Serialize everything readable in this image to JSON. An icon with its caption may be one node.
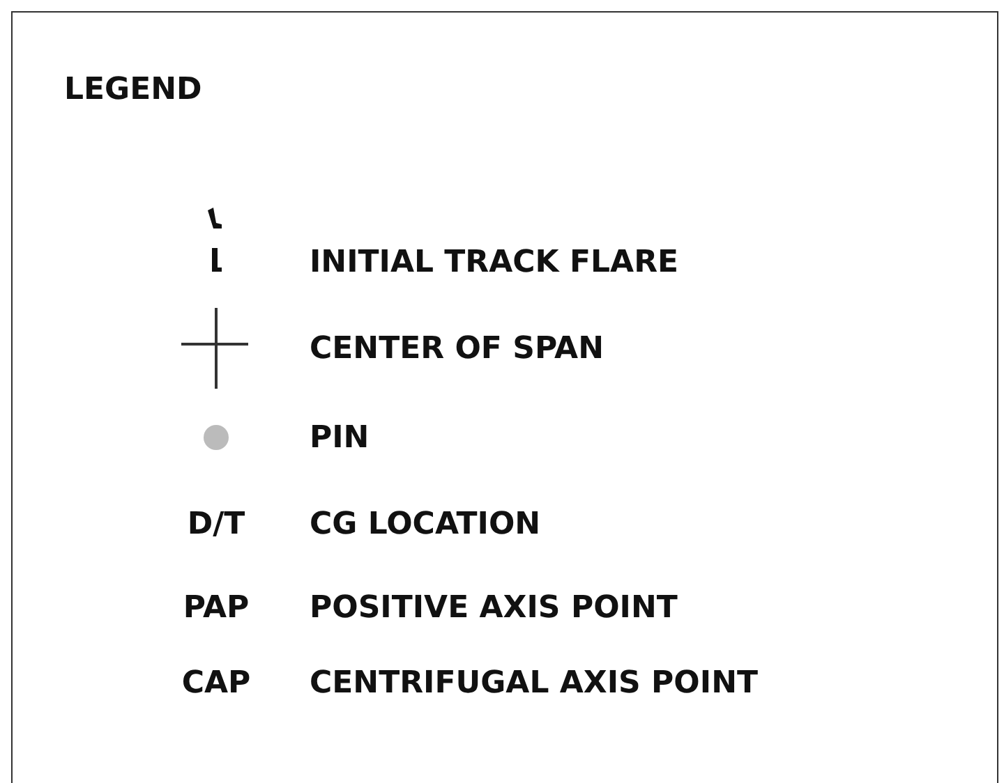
{
  "diagram": {
    "title": "LEGEND",
    "labels": [
      "D/T",
      "PAP",
      "CAP"
    ],
    "legend": [
      {
        "text": "INITIAL TRACK FLARE"
      },
      {
        "text": "CENTER OF SPAN"
      },
      {
        "text": "PIN"
      },
      {
        "text": "CG LOCATION"
      },
      {
        "text": "POSITIVE AXIS POINT"
      },
      {
        "text": "CENTRIFUGAL AXIS POINT"
      }
    ]
  }
}
